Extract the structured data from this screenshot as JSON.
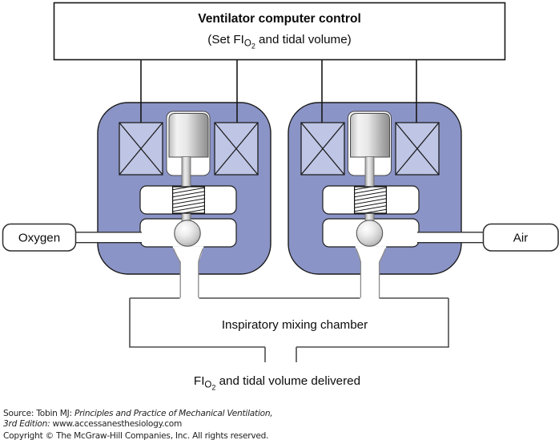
{
  "control_box": {
    "title": "Ventilator computer control",
    "subtitle_prefix": "(Set FI",
    "subtitle_sub_o": "O",
    "subtitle_sub_2": "2",
    "subtitle_suffix": " and tidal volume)"
  },
  "inlets": {
    "oxygen_label": "Oxygen",
    "air_label": "Air"
  },
  "chamber": {
    "label": "Inspiratory mixing chamber"
  },
  "output": {
    "prefix": "FI",
    "sub_o": "O",
    "sub_2": "2",
    "suffix": " and tidal volume delivered"
  },
  "footer": {
    "source_prefix": "Source: Tobin MJ: ",
    "source_title": "Principles and Practice of Mechanical Ventilation,",
    "edition": "3rd Edition: ",
    "url": "www.accessanesthesiology.com",
    "copyright": "Copyright © The McGraw-Hill Companies, Inc. All rights reserved."
  },
  "colors": {
    "valve_body": "#8B94C6",
    "coil_fill": "#BEC5E5",
    "outline": "#1a1a1a",
    "chamber_line": "#4d4d4d",
    "channel_line": "#8a8a8a",
    "pipe_line": "#2f2f2f"
  }
}
